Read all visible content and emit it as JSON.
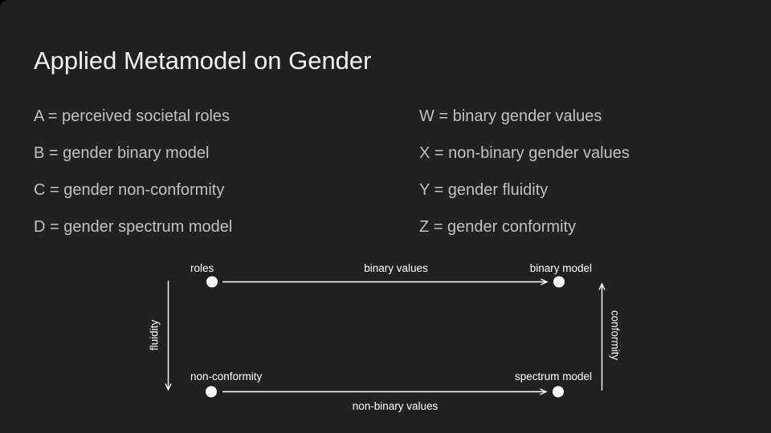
{
  "colors": {
    "canvas_background": "#212121",
    "title_text": "#f1f1f1",
    "definition_text": "#c1c1c1",
    "diagram_ink": "#ffffff"
  },
  "slide": {
    "title": "Applied Metamodel on Gender"
  },
  "definitions": {
    "left": [
      "A = perceived societal roles",
      "B = gender binary model",
      "C = gender non-conformity",
      "D = gender spectrum model"
    ],
    "right": [
      "W = binary gender values",
      "X = non-binary gender values",
      "Y = gender fluidity",
      "Z = gender conformity"
    ]
  },
  "diagram": {
    "nodes": {
      "top_left": "roles",
      "top_right": "binary model",
      "bottom_left": "non-conformity",
      "bottom_right": "spectrum model"
    },
    "edges": {
      "top": "binary values",
      "bottom": "non-binary values",
      "left": "fluidity",
      "right": "conformity"
    }
  }
}
